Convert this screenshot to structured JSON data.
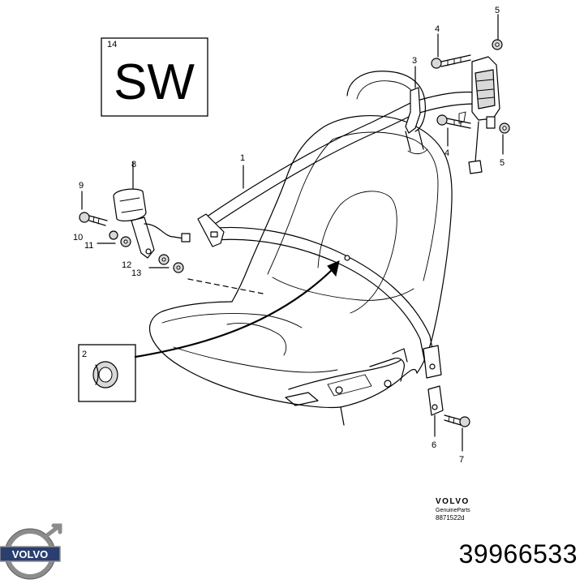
{
  "callouts": {
    "c1": "1",
    "c2": "2",
    "c3": "3",
    "c4a": "4",
    "c4b": "4",
    "c5a": "5",
    "c5b": "5",
    "c6": "6",
    "c7": "7",
    "c8": "8",
    "c9": "9",
    "c10": "10",
    "c11": "11",
    "c12": "12",
    "c13": "13",
    "c14": "14"
  },
  "sw_label": "SW",
  "brand": {
    "name": "VOLVO",
    "subtitle": "GenuineParts",
    "code": "8871522d",
    "logo_text": "VOLVO"
  },
  "part_number": "39966533",
  "colors": {
    "line": "#000000",
    "logo_metal": "#8c8c8c",
    "logo_band": "#2a3f70"
  }
}
